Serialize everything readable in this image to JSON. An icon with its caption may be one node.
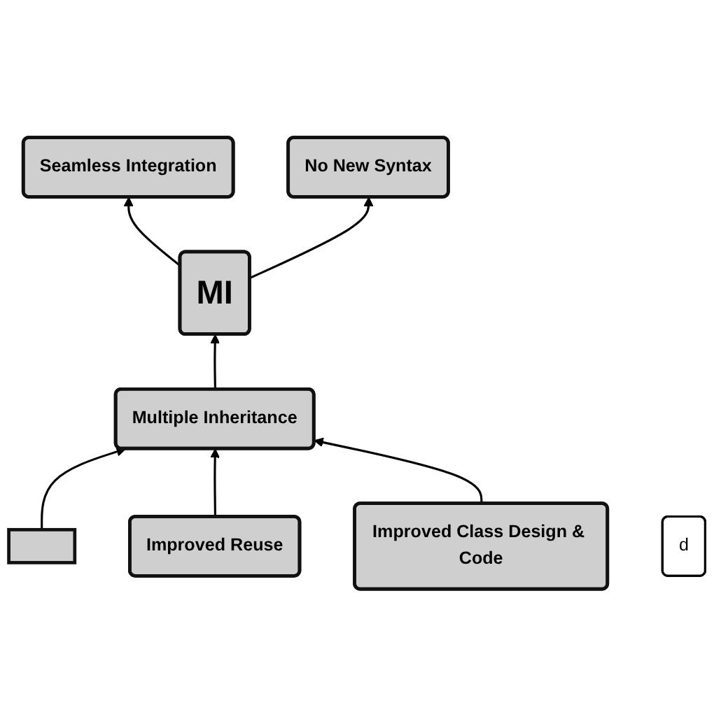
{
  "diagram": {
    "nodes": [
      {
        "text": [
          "Seamless Integration"
        ]
      },
      {
        "text": [
          "No New Syntax"
        ]
      },
      {
        "text": [],
        "shape": "box"
      },
      {
        "text": [
          "MI"
        ]
      },
      {
        "text": [
          "Multiple Inheritance"
        ]
      },
      {
        "text": [
          "Improved Reuse"
        ]
      },
      {
        "text": [
          "Improved Class Design & Code"
        ]
      },
      {
        "text": [
          "d"
        ]
      }
    ],
    "edges": [
      {
        "from": 3,
        "to": 0,
        "arrow": "to"
      },
      {
        "from": 3,
        "to": 1,
        "arrow": "to"
      },
      {
        "from": 2,
        "to": 4,
        "arrow": "to"
      },
      {
        "from": 4,
        "to": 3,
        "arrow": "to"
      },
      {
        "from": 5,
        "to": 4,
        "arrow": "to"
      },
      {
        "from": 6,
        "to": 4,
        "arrow": "to"
      }
    ]
  }
}
